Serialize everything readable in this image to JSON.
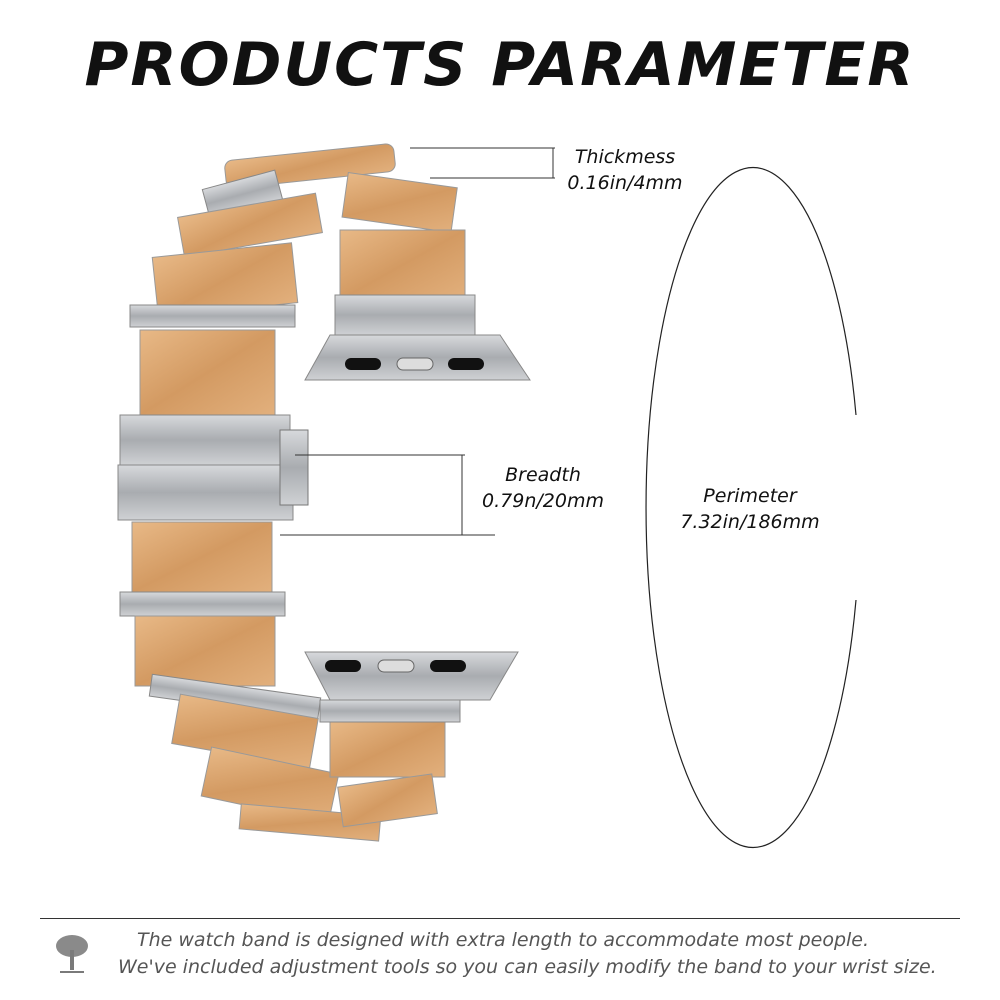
{
  "title": "PRODUCTS PARAMETER",
  "dimensions": {
    "thickness": {
      "label": "Thickmess",
      "value": "0.16in/4mm"
    },
    "breadth": {
      "label": "Breadth",
      "value": "0.79n/20mm"
    },
    "perimeter": {
      "label": "Perimeter",
      "value": "7.32in/186mm"
    }
  },
  "footer": {
    "line1": "The watch band is designed with extra length to accommodate most people.",
    "line2": "We've included adjustment tools so you can easily modify the band to your wrist size.",
    "icon": "tree-icon"
  },
  "colors": {
    "wood": "#d9a06a",
    "steel": "#b9bcc0",
    "text": "#111111",
    "note": "#555555"
  }
}
